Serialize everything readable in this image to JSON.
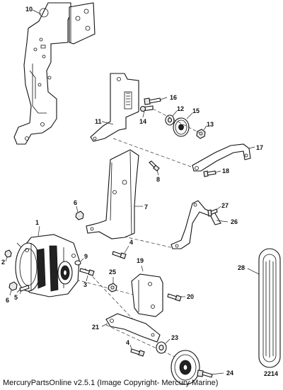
{
  "callouts": {
    "c1": "1",
    "c2": "2",
    "c3": "3",
    "c4": "4",
    "c5": "5",
    "c6a": "6",
    "c6b": "6",
    "c7": "7",
    "c8": "8",
    "c9": "9",
    "c10": "10",
    "c11": "11",
    "c12": "12",
    "c13": "13",
    "c14": "14",
    "c15": "15",
    "c16": "16",
    "c17": "17",
    "c18": "18",
    "c19": "19",
    "c20": "20",
    "c21": "21",
    "c23": "23",
    "c24": "24",
    "c25": "25",
    "c26": "26",
    "c27": "27",
    "c28": "28"
  },
  "figure_number": "2214",
  "copyright": "MercuryPartsOnline v2.5.1 (Image Copyright- Mercury Marine)"
}
